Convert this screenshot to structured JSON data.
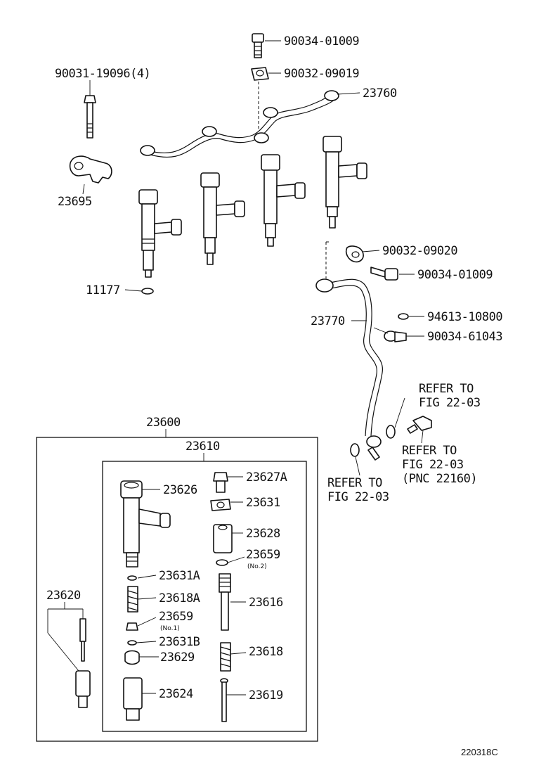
{
  "labels": {
    "p90034_01009_a": "90034-01009",
    "p90032_09019": "90032-09019",
    "p90031_19096": "90031-19096(4)",
    "p23760": "23760",
    "p23695": "23695",
    "p11177": "11177",
    "p90032_09020": "90032-09020",
    "p90034_01009_b": "90034-01009",
    "p94613_10800": "94613-10800",
    "p23770": "23770",
    "p90034_61043": "90034-61043",
    "refer1_a": "REFER TO",
    "refer1_b": "FIG 22-03",
    "refer2_a": "REFER TO",
    "refer2_b": "FIG 22-03",
    "refer2_c": "(PNC 22160)",
    "refer3_a": "REFER TO",
    "refer3_b": "FIG 22-03",
    "p23600": "23600",
    "p23610": "23610",
    "p23626": "23626",
    "p23627A": "23627A",
    "p23631": "23631",
    "p23628": "23628",
    "p23659_no2": "23659",
    "no2": "(No.2)",
    "p23631A": "23631A",
    "p23618A": "23618A",
    "p23616": "23616",
    "p23659_no1": "23659",
    "no1": "(No.1)",
    "p23631B": "23631B",
    "p23629": "23629",
    "p23618": "23618",
    "p23620": "23620",
    "p23624": "23624",
    "p23619": "23619"
  },
  "caption": "220318C"
}
